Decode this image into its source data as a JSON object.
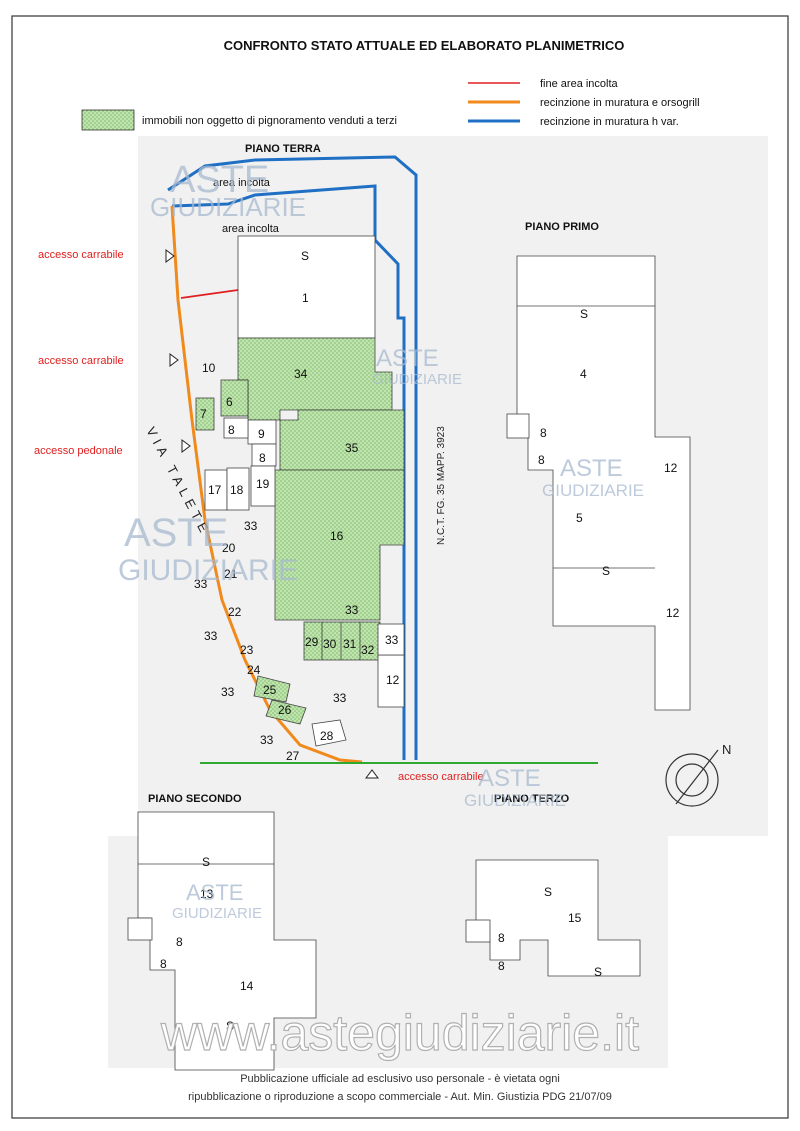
{
  "title": "CONFRONTO STATO ATTUALE ED ELABORATO PLANIMETRICO",
  "legend": {
    "hatch_label": "immobili non oggetto di pignoramento venduti a terzi",
    "lines": [
      {
        "label": "fine area incolta",
        "color": "#e02020"
      },
      {
        "label": "recinzione in muratura e orsogrill",
        "color": "#f08a1c"
      },
      {
        "label": "recinzione in muratura h var.",
        "color": "#1f6fc4"
      }
    ]
  },
  "plans": {
    "terra": "PIANO TERRA",
    "primo": "PIANO PRIMO",
    "secondo": "PIANO SECONDO",
    "terzo": "PIANO TERZO"
  },
  "areas": {
    "incolta_top": "area incolta",
    "incolta": "area incolta"
  },
  "access": {
    "carrabile_1": "accesso carrabile",
    "carrabile_2": "accesso carrabile",
    "pedonale": "accesso pedonale",
    "carrabile_bottom": "accesso carrabile"
  },
  "street": "VIA TALETE",
  "cadastre": "N.C.T. FG. 35 MAPP. 3923",
  "north": "N",
  "stairs_symbol": "S",
  "units": {
    "u1": "1",
    "u10": "10",
    "u34": "34",
    "u6": "6",
    "u7": "7",
    "u8": "8",
    "u9": "9",
    "u35": "35",
    "u17": "17",
    "u18": "18",
    "u19": "19",
    "u16": "16",
    "u20": "20",
    "u21": "21",
    "u22": "22",
    "u23": "23",
    "u24": "24",
    "u25": "25",
    "u26": "26",
    "u27": "27",
    "u28": "28",
    "u29": "29",
    "u30": "30",
    "u31": "31",
    "u32": "32",
    "u33": "33",
    "u12": "12",
    "u4": "4",
    "u5": "5",
    "u13": "13",
    "u14": "14",
    "u15": "15"
  },
  "watermark": {
    "line1": "ASTE",
    "line2": "GIUDIZIARIE",
    "url": "www.astegiudiziarie.it"
  },
  "footer": {
    "line1": "Pubblicazione ufficiale ad esclusivo uso personale - è vietata ogni",
    "line2": "ripubblicazione o riproduzione a scopo commerciale - Aut. Min. Giustizia PDG 21/07/09"
  },
  "colors": {
    "hatch": "#b9e2a6",
    "hatch_dot": "#5aa24a",
    "ground": "#2ea82e",
    "border": "#333333"
  }
}
